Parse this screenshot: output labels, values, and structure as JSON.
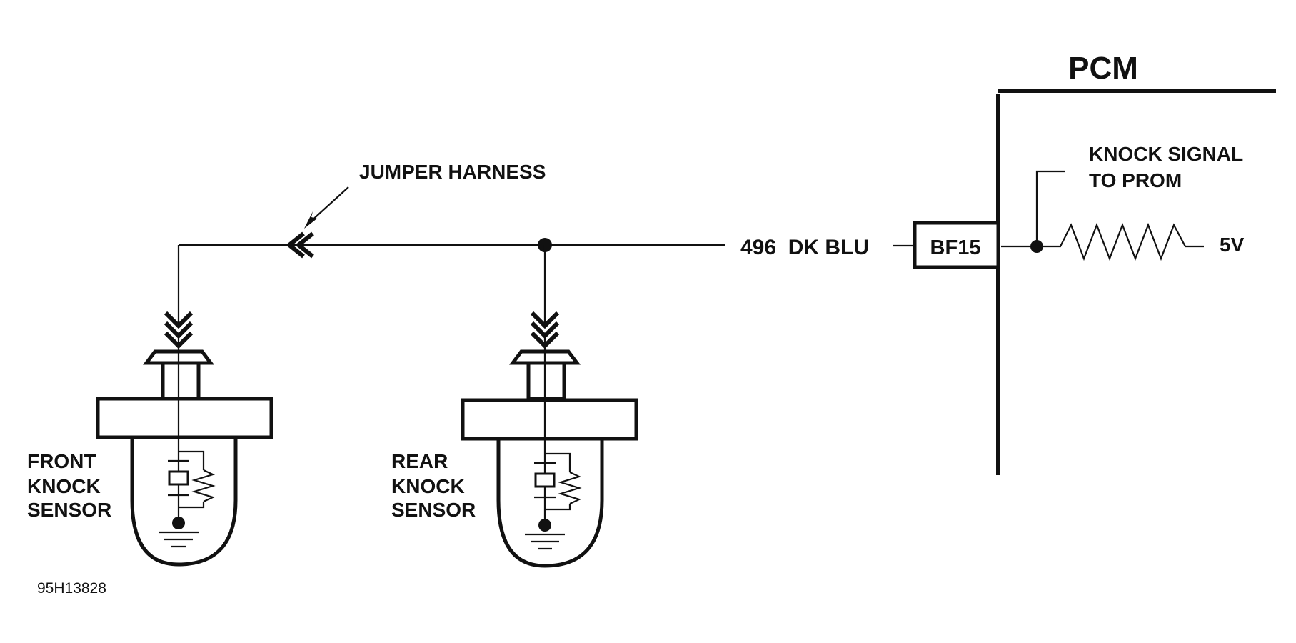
{
  "pcm": {
    "label": "PCM"
  },
  "pcm_connector": {
    "pin": "BF15"
  },
  "circuit": {
    "wire": "496  DK BLU"
  },
  "knock_signal": {
    "line1": "KNOCK SIGNAL",
    "line2": "TO PROM"
  },
  "reference_voltage": {
    "label": "5V"
  },
  "jumper_harness": {
    "label": "JUMPER HARNESS"
  },
  "front_sensor": {
    "line1": "FRONT",
    "line2": "KNOCK",
    "line3": "SENSOR"
  },
  "rear_sensor": {
    "line1": "REAR",
    "line2": "KNOCK",
    "line3": "SENSOR"
  },
  "figure_id": {
    "label": "95H13828"
  }
}
